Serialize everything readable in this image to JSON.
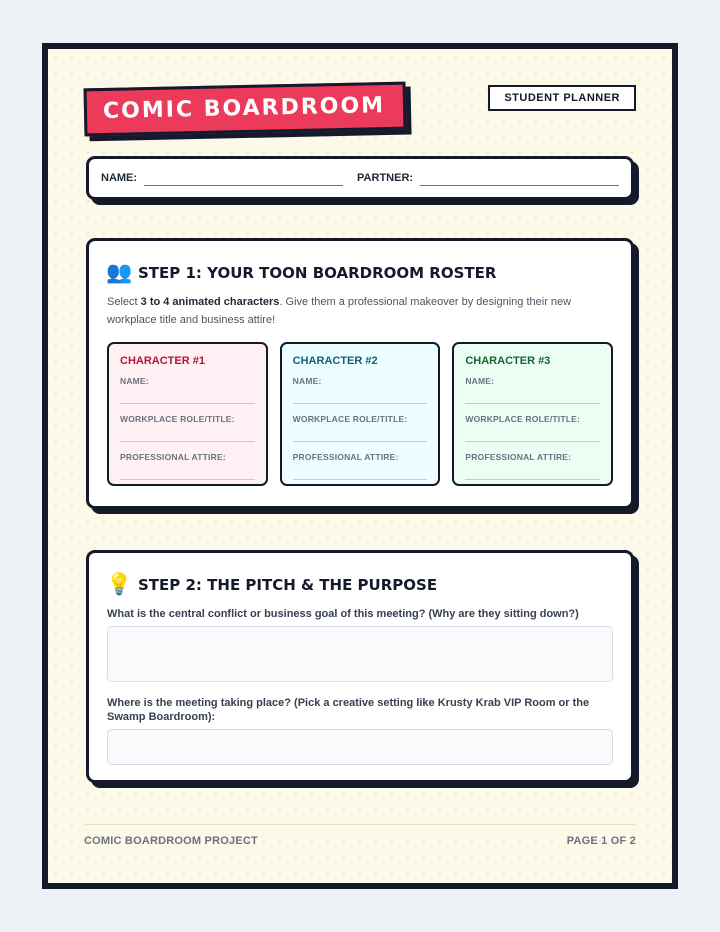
{
  "header": {
    "logo_text": "COMIC BOARDROOM",
    "tag": "STUDENT PLANNER"
  },
  "names": {
    "name_label": "NAME:",
    "partner_label": "PARTNER:"
  },
  "step1": {
    "icon": "people-icon",
    "icon_glyph": "👥",
    "title": "STEP 1: YOUR TOON BOARDROOM ROSTER",
    "intro_pre": "Select ",
    "intro_bold": "3 to 4 animated characters",
    "intro_post": ". Give them a professional makeover by designing their new workplace title and business attire!",
    "characters": [
      {
        "title": "CHARACTER #1",
        "name_label": "NAME:",
        "role_label": "WORKPLACE ROLE/TITLE:",
        "attire_label": "PROFESSIONAL ATTIRE:"
      },
      {
        "title": "CHARACTER #2",
        "name_label": "NAME:",
        "role_label": "WORKPLACE ROLE/TITLE:",
        "attire_label": "PROFESSIONAL ATTIRE:"
      },
      {
        "title": "CHARACTER #3",
        "name_label": "NAME:",
        "role_label": "WORKPLACE ROLE/TITLE:",
        "attire_label": "PROFESSIONAL ATTIRE:"
      }
    ],
    "colors": {
      "char1": "#b3153a",
      "char2": "#155e75",
      "char3": "#166534"
    }
  },
  "step2": {
    "icon": "lightbulb-icon",
    "icon_glyph": "💡",
    "title": "STEP 2: THE PITCH & THE PURPOSE",
    "question1": "What is the central conflict or business goal of this meeting? (Why are they sitting down?)",
    "question2": "Where is the meeting taking place? (Pick a creative setting like Krusty Krab VIP Room or the Swamp Boardroom):"
  },
  "footer": {
    "left": "COMIC BOARDROOM PROJECT",
    "right": "PAGE 1 OF 2"
  },
  "colors": {
    "accent": "#ec3b5a",
    "ink": "#141a2b",
    "paper": "#fdf9e8"
  }
}
